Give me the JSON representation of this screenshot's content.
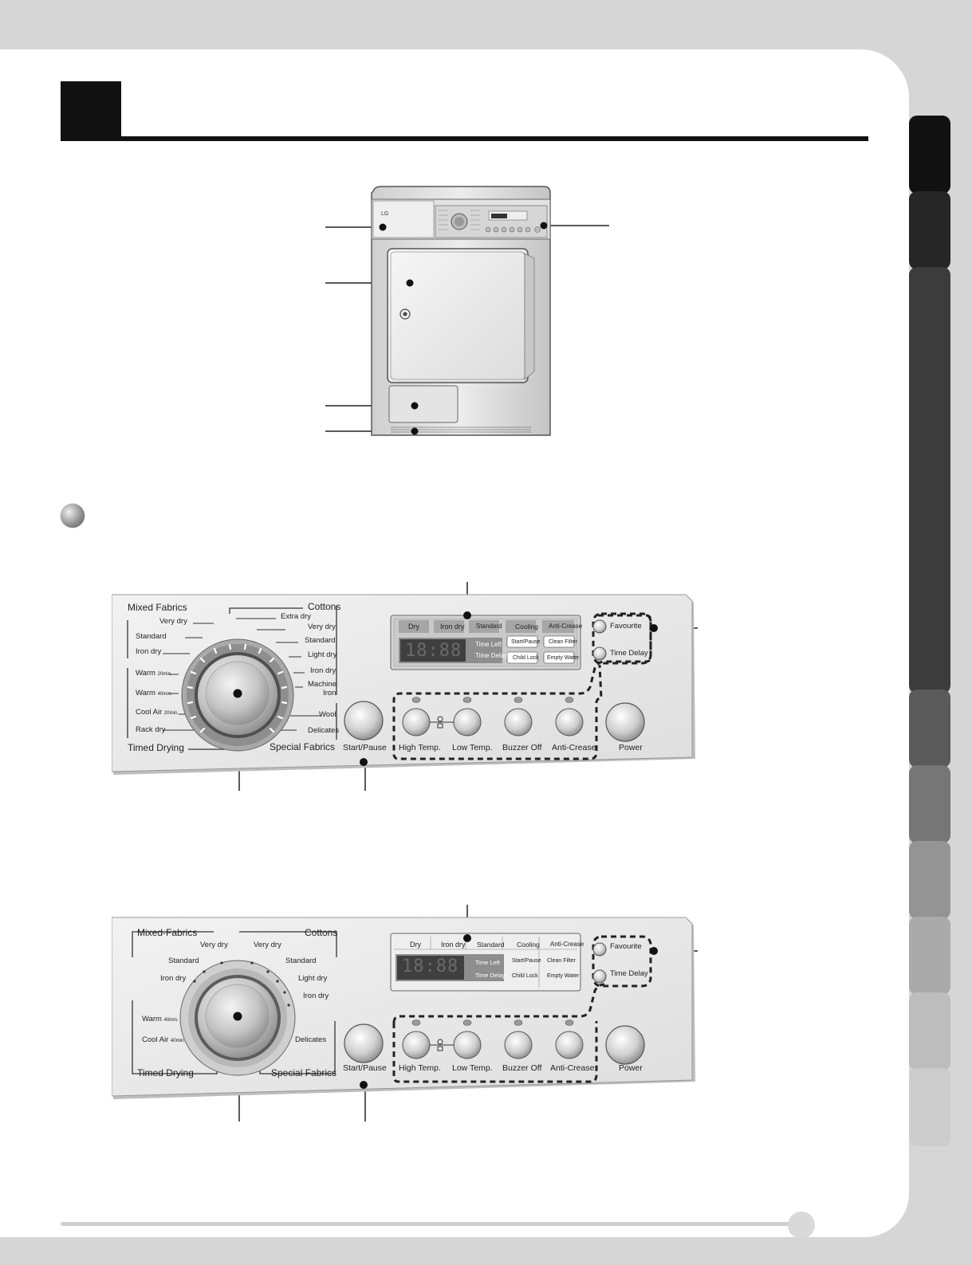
{
  "panel1": {
    "groups": {
      "mixed": "Mixed Fabrics",
      "cottons": "Cottons",
      "timed": "Timed Drying",
      "special": "Special Fabrics"
    },
    "left_items": [
      "Very dry",
      "Standard",
      "Iron dry",
      "Warm",
      "Warm",
      "Cool Air",
      "Rack dry"
    ],
    "left_subs": [
      "",
      "",
      "",
      "20min.",
      "40min.",
      "20min.",
      ""
    ],
    "right_items": [
      "Extra dry",
      "Very dry",
      "Standard",
      "Light dry",
      "Iron dry",
      "Machine",
      "Iron",
      "Wool",
      "Delicates"
    ],
    "display_tabs": [
      "Dry",
      "Iron dry",
      "Standard",
      "Cooling",
      "Anti-Crease"
    ],
    "display_digits": "18:88",
    "display_time": [
      "Time Left",
      "Time Delay"
    ],
    "display_status": [
      "Start/Pause",
      "Clean Filter",
      "Child Lock",
      "Empty Water"
    ],
    "favourite": "Favourite",
    "time_delay": "Time Delay",
    "buttons": {
      "start": "Start/Pause",
      "high": "High Temp.",
      "low": "Low Temp.",
      "buzzer": "Buzzer Off",
      "anti": "Anti-Crease",
      "power": "Power"
    }
  },
  "panel2": {
    "groups": {
      "mixed": "Mixed-Fabrics",
      "cottons": "Cottons",
      "timed": "Timed Drying",
      "special": "Special Fabrics"
    },
    "left_items": [
      "Very dry",
      "Standard",
      "Iron dry",
      "Warm",
      "Cool Air"
    ],
    "left_subs": [
      "",
      "",
      "",
      "40min.",
      "40min."
    ],
    "right_items": [
      "Very dry",
      "Standard",
      "Light dry",
      "Iron dry",
      "Delicates"
    ],
    "display_tabs": [
      "Dry",
      "Iron dry",
      "Standard",
      "Cooling",
      "Anti-Crease"
    ],
    "display_digits": "18:88",
    "display_time": [
      "Time Left",
      "Time Delay"
    ],
    "display_status": [
      "Start/Pause",
      "Clean Filter",
      "Child Lock",
      "Empty Water"
    ],
    "favourite": "Favourite",
    "time_delay": "Time Delay",
    "buttons": {
      "start": "Start/Pause",
      "high": "High Temp.",
      "low": "Low Temp.",
      "buzzer": "Buzzer Off",
      "anti": "Anti-Crease",
      "power": "Power"
    }
  },
  "dryer": {
    "brand": "LG"
  }
}
